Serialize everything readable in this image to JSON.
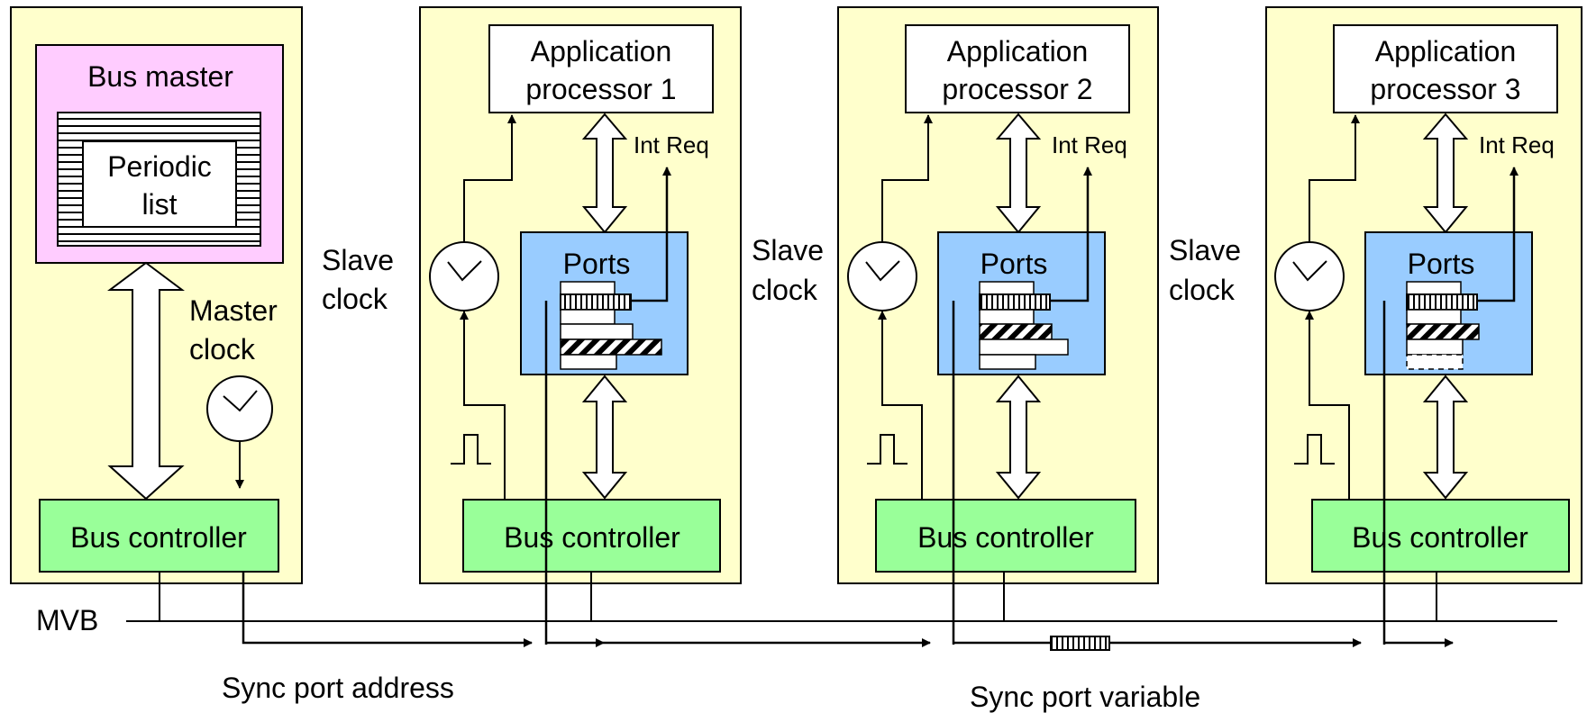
{
  "master": {
    "title": "Bus master",
    "list_line1": "Periodic",
    "list_line2": "list",
    "clock_line1": "Master",
    "clock_line2": "clock",
    "controller": "Bus controller"
  },
  "slaves": [
    {
      "processor_line1": "Application",
      "processor_line2": "processor 1",
      "int_req": "Int Req",
      "clock_line1": "Slave",
      "clock_line2": "clock",
      "ports": "Ports",
      "controller": "Bus controller"
    },
    {
      "processor_line1": "Application",
      "processor_line2": "processor 2",
      "int_req": "Int Req",
      "clock_line1": "Slave",
      "clock_line2": "clock",
      "ports": "Ports",
      "controller": "Bus controller"
    },
    {
      "processor_line1": "Application",
      "processor_line2": "processor 3",
      "int_req": "Int Req",
      "clock_line1": "Slave",
      "clock_line2": "clock",
      "ports": "Ports",
      "controller": "Bus controller"
    }
  ],
  "bus": {
    "label": "MVB",
    "sync_address": "Sync port address",
    "sync_variable": "Sync port variable"
  },
  "colors": {
    "station_bg": "#ffffcc",
    "master_bg": "#ffccff",
    "ports_bg": "#99ccff",
    "controller_bg": "#99ff99"
  }
}
